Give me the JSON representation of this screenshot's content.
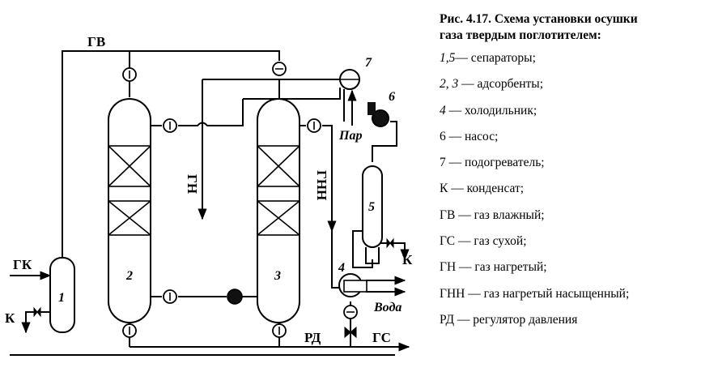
{
  "figure": {
    "caption_line1": "Рис. 4.17. Схема установки осушки",
    "caption_line2": "газа твердым поглотителем:"
  },
  "diagram_labels": {
    "gv": "ГВ",
    "gk": "ГК",
    "k_left": "К",
    "k_right": "К",
    "gn": "ГН",
    "gnn": "ГНН",
    "rd": "РД",
    "gs": "ГС",
    "par": "Пар",
    "voda": "Вода",
    "n1": "1",
    "n2": "2",
    "n3": "3",
    "n4": "4",
    "n5": "5",
    "n6": "6",
    "n7": "7"
  },
  "legend": [
    {
      "key": "1,5",
      "sep": "—",
      "text": "сепараторы;",
      "italic_key": true
    },
    {
      "key": "2, 3",
      "sep": " —",
      "text": "адсорбенты;",
      "italic_key": true
    },
    {
      "key": "4",
      "sep": " —",
      "text": "холодильник;",
      "italic_key": true
    },
    {
      "key": "6",
      "sep": " —",
      "text": "насос;",
      "italic_key": false
    },
    {
      "key": "7",
      "sep": " —",
      "text": "подогреватель;",
      "italic_key": false
    },
    {
      "key": "К",
      "sep": " —",
      "text": "конденсат;",
      "italic_key": false
    },
    {
      "key": "ГВ",
      "sep": " —",
      "text": "газ влажный;",
      "italic_key": false
    },
    {
      "key": "ГС",
      "sep": " —",
      "text": "газ сухой;",
      "italic_key": false
    },
    {
      "key": "ГН",
      "sep": " —",
      "text": "газ нагретый;",
      "italic_key": false
    },
    {
      "key": "ГНН",
      "sep": " —",
      "text": "газ нагретый насыщенный;",
      "italic_key": false
    },
    {
      "key": "РД",
      "sep": " —",
      "text": "регулятор давления",
      "italic_key": false
    }
  ]
}
